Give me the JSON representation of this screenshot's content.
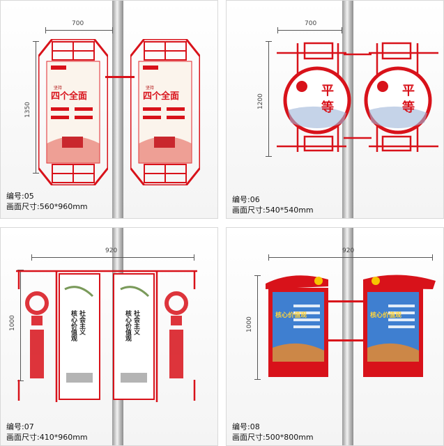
{
  "colors": {
    "accent_red": "#d8121a",
    "frame_red": "#e0262c",
    "pole": "#c9c9c9"
  },
  "panels": [
    {
      "id": "05",
      "width_dim": "700",
      "height_dim": "1350",
      "code_label": "编号:05",
      "size_label": "画面尺寸:560*960mm",
      "sign_text": {
        "pre": "坚持",
        "heading": "四个全面"
      }
    },
    {
      "id": "06",
      "width_dim": "700",
      "height_dim": "1200",
      "code_label": "编号:06",
      "size_label": "画面尺寸:540*540mm",
      "sign_text": {
        "heading_1": "平",
        "heading_2": "等"
      }
    },
    {
      "id": "07",
      "width_dim": "920",
      "height_dim": "1000",
      "code_label": "编号:07",
      "size_label": "画面尺寸:410*960mm",
      "sign_text": {
        "col_1": "社会主义",
        "col_2": "核心价值观"
      }
    },
    {
      "id": "08",
      "width_dim": "920",
      "height_dim": "1000",
      "code_label": "编号:08",
      "size_label": "画面尺寸:500*800mm",
      "sign_text": {
        "heading": "核心价值观"
      }
    }
  ]
}
